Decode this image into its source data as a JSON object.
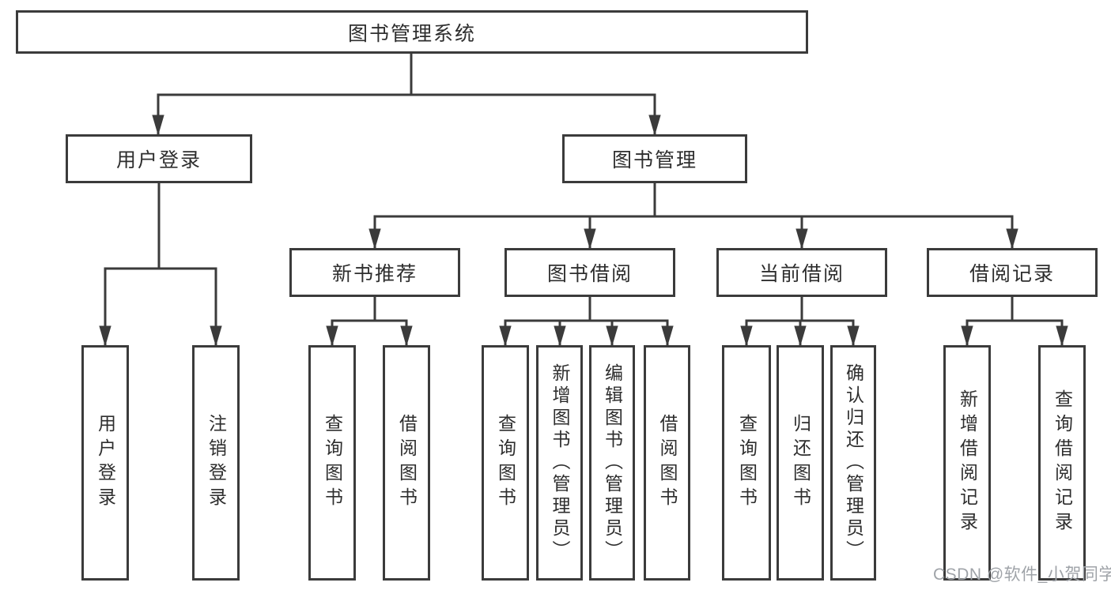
{
  "tree": {
    "root": {
      "label": "图书管理系统",
      "children": [
        {
          "label": "用户登录",
          "children": [
            {
              "label": "用户登录"
            },
            {
              "label": "注销登录"
            }
          ]
        },
        {
          "label": "图书管理",
          "children": [
            {
              "label": "新书推荐",
              "children": [
                {
                  "label": "查询图书"
                },
                {
                  "label": "借阅图书"
                }
              ]
            },
            {
              "label": "图书借阅",
              "children": [
                {
                  "label": "查询图书"
                },
                {
                  "label": "新增图书（管理员）"
                },
                {
                  "label": "编辑图书（管理员）"
                },
                {
                  "label": "借阅图书"
                }
              ]
            },
            {
              "label": "当前借阅",
              "children": [
                {
                  "label": "查询图书"
                },
                {
                  "label": "归还图书"
                },
                {
                  "label": "确认归还（管理员）"
                }
              ]
            },
            {
              "label": "借阅记录",
              "children": [
                {
                  "label": "新增借阅记录"
                },
                {
                  "label": "查询借阅记录"
                }
              ]
            }
          ]
        }
      ]
    }
  },
  "watermark": {
    "text": "CSDN @软件_小贺同学"
  },
  "colors": {
    "line": "#3b3b3b",
    "box_border": "#3b3b3b",
    "text": "#2e2e2e",
    "watermark": "#9fa3a8",
    "background": "#ffffff"
  }
}
